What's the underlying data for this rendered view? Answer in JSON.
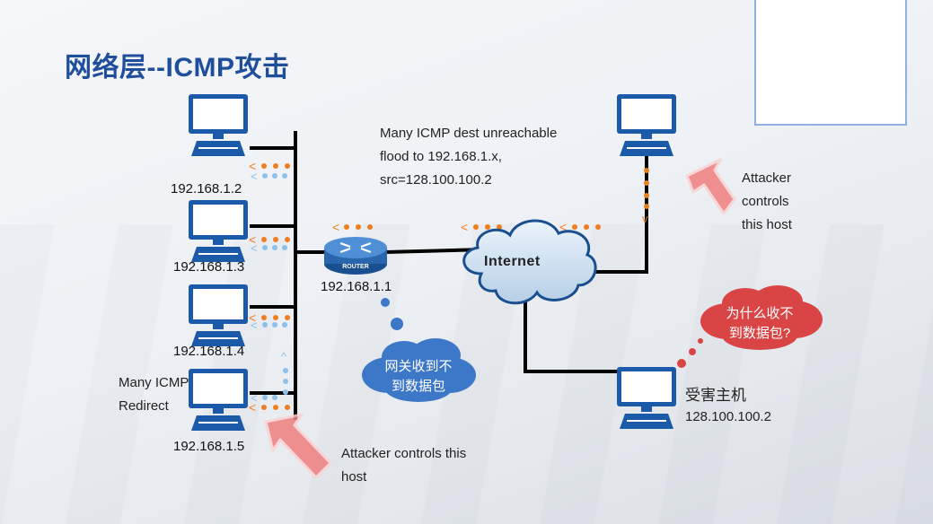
{
  "title": "网络层--ICMP攻击",
  "hosts": [
    {
      "ip": "192.168.1.2"
    },
    {
      "ip": "192.168.1.3"
    },
    {
      "ip": "192.168.1.4"
    },
    {
      "ip": "192.168.1.5"
    }
  ],
  "router": {
    "label": "ROUTER",
    "ip": "192.168.1.1"
  },
  "internet_label": "Internet",
  "flood_text": [
    "Many ICMP dest unreachable",
    "flood to  192.168.1.x,",
    "src=128.100.100.2"
  ],
  "redirect_text": [
    "Many ICMP",
    "Redirect"
  ],
  "attacker_right_text": [
    "Attacker",
    "controls",
    "this host"
  ],
  "attacker_bottom_text": [
    "Attacker controls this",
    "host"
  ],
  "gateway_cloud_text": [
    "网关收到不",
    "到数据包"
  ],
  "victim_cloud_text": [
    "为什么收不",
    "到数据包?"
  ],
  "victim": {
    "name": "受害主机",
    "ip": "128.100.100.2"
  },
  "colors": {
    "title": "#1f4e9a",
    "orange": "#f07d1e",
    "blue_dot": "#8cc1ec",
    "arrow": "#f08a8a",
    "cloud_blue": "#3d77c8",
    "cloud_red": "#d94545"
  }
}
